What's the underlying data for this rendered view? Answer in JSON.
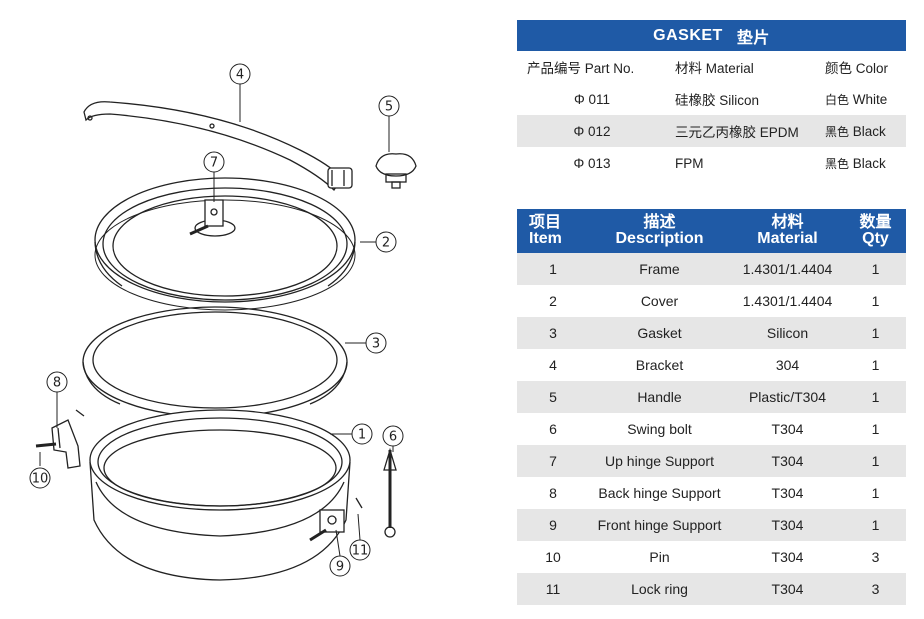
{
  "callouts": [
    {
      "id": "c4",
      "label": "4"
    },
    {
      "id": "c5",
      "label": "5"
    },
    {
      "id": "c7",
      "label": "7"
    },
    {
      "id": "c2",
      "label": "2"
    },
    {
      "id": "c3",
      "label": "3"
    },
    {
      "id": "c8",
      "label": "8"
    },
    {
      "id": "c1",
      "label": "1"
    },
    {
      "id": "c6",
      "label": "6"
    },
    {
      "id": "c10",
      "label": "10"
    },
    {
      "id": "c11",
      "label": "11"
    },
    {
      "id": "c9",
      "label": "9"
    }
  ],
  "gasket_table": {
    "title_en": "GASKET",
    "title_cn": "垫片",
    "header": {
      "part_no": "产品编号 Part No.",
      "material": "材料 Material",
      "color": "颜色 Color"
    },
    "rows": [
      {
        "part_no": "Φ 011",
        "material": "硅橡胶 Silicon",
        "color_cn": "白色",
        "color": "White"
      },
      {
        "part_no": "Φ 012",
        "material": "三元乙丙橡胶 EPDM",
        "color_cn": "黑色",
        "color": "Black"
      },
      {
        "part_no": "Φ 013",
        "material": "FPM",
        "color_cn": "黑色",
        "color": "Black"
      }
    ]
  },
  "bom_table": {
    "header": {
      "item_cn": "项目",
      "item_en": "Item",
      "desc_cn": "描述",
      "desc_en": "Description",
      "mat_cn": "材料",
      "mat_en": "Material",
      "qty_cn": "数量",
      "qty_en": "Qty"
    },
    "rows": [
      {
        "item": "1",
        "desc": "Frame",
        "material": "1.4301/1.4404",
        "qty": "1"
      },
      {
        "item": "2",
        "desc": "Cover",
        "material": "1.4301/1.4404",
        "qty": "1"
      },
      {
        "item": "3",
        "desc": "Gasket",
        "material": "Silicon",
        "qty": "1"
      },
      {
        "item": "4",
        "desc": "Bracket",
        "material": "304",
        "qty": "1"
      },
      {
        "item": "5",
        "desc": "Handle",
        "material": "Plastic/T304",
        "qty": "1"
      },
      {
        "item": "6",
        "desc": "Swing bolt",
        "material": "T304",
        "qty": "1"
      },
      {
        "item": "7",
        "desc": "Up hinge Support",
        "material": "T304",
        "qty": "1"
      },
      {
        "item": "8",
        "desc": "Back hinge Support",
        "material": "T304",
        "qty": "1"
      },
      {
        "item": "9",
        "desc": "Front hinge Support",
        "material": "T304",
        "qty": "1"
      },
      {
        "item": "10",
        "desc": "Pin",
        "material": "T304",
        "qty": "3"
      },
      {
        "item": "11",
        "desc": "Lock ring",
        "material": "T304",
        "qty": "3"
      }
    ]
  }
}
